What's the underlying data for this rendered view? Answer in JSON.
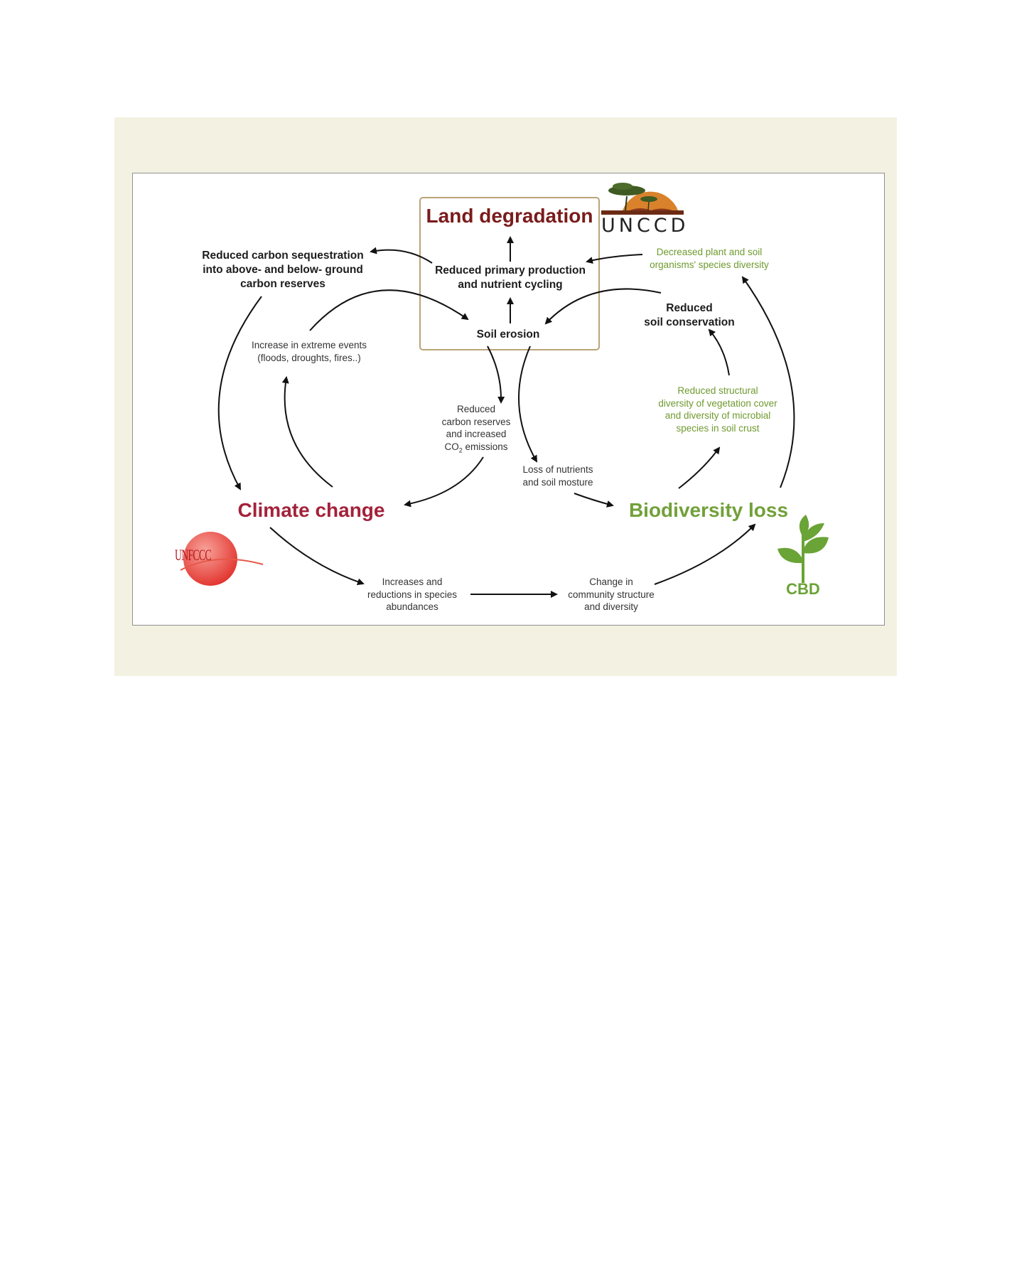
{
  "diagram": {
    "land_degradation": "Land degradation",
    "climate_change": "Climate change",
    "biodiversity_loss": "Biodiversity loss",
    "soil_erosion": "Soil erosion",
    "reduced_primary_production": [
      "Reduced primary production",
      "and nutrient cycling"
    ],
    "reduced_carbon_sequestration": [
      "Reduced carbon sequestration",
      "into above- and below- ground",
      "carbon reserves"
    ],
    "extreme_events": [
      "Increase in extreme events",
      "(floods, droughts, fires..)"
    ],
    "reduced_carbon_reserves": [
      "Reduced",
      "carbon reserves",
      "and increased"
    ],
    "co2": "CO",
    "co2_sub": "2",
    "co2_emissions": " emissions",
    "loss_of_nutrients": [
      "Loss of nutrients",
      "and soil mosture"
    ],
    "reduced_soil_conservation": [
      "Reduced",
      "soil conservation"
    ],
    "decreased_plant": [
      "Decreased plant and soil",
      "organisms' species diversity"
    ],
    "reduced_structural": [
      "Reduced structural",
      "diversity of vegetation cover",
      "and diversity of microbial",
      "species in soil crust"
    ],
    "species_abundances": [
      "Increases and",
      "reductions in species",
      "abundances"
    ],
    "community_structure": [
      "Change in",
      "community structure",
      "and diversity"
    ]
  },
  "logos": {
    "uncccd": "UNCCD",
    "unfccc": "UNFCCC",
    "cbd": "CBD"
  },
  "colors": {
    "land_degradation": "#7a1b1b",
    "climate_change": "#a3223a",
    "biodiversity_loss": "#72a03a",
    "green_text": "#6f9a2f",
    "panel": "#f3f2e2",
    "box_border": "#b9a477"
  }
}
